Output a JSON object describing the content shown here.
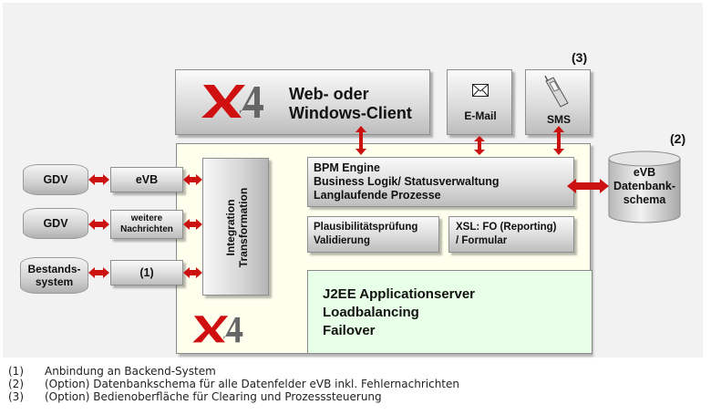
{
  "labels": {
    "web_client": [
      "Web- oder",
      "Windows-Client"
    ],
    "email": "E-Mail",
    "sms": "SMS",
    "marker_3": "(3)",
    "marker_2": "(2)",
    "marker_1": "(1)",
    "bpm": [
      "BPM Engine",
      "Business Logik/ Statusverwaltung",
      "Langlaufende Prozesse"
    ],
    "plausi": [
      "Plausibilitätsprüfung",
      "Validierung"
    ],
    "xsl": [
      "XSL: FO (Reporting)",
      "/ Formular"
    ],
    "j2ee": [
      "J2EE Applicationserver",
      "Loadbalancing",
      "Failover"
    ],
    "integration": [
      "Integration",
      "Transformation"
    ],
    "evb_db": [
      "eVB",
      "Datenbank-",
      "schema"
    ],
    "gdv_1": "GDV",
    "gdv_2": "GDV",
    "evb": "eVB",
    "weitere": [
      "weitere",
      "Nachrichten"
    ],
    "bestand": [
      "Bestands-",
      "system"
    ]
  },
  "logos": {
    "x4_top": "X4",
    "x4_bottom": "X4"
  },
  "legend": [
    {
      "num": "(1)",
      "text": "Anbindung an Backend-System"
    },
    {
      "num": "(2)",
      "text": "(Option) Datenbankschema für alle Datenfelder eVB inkl. Fehlernachrichten"
    },
    {
      "num": "(3)",
      "text": "(Option) Bedienoberfläche für Clearing und Prozesssteuerung"
    }
  ],
  "colors": {
    "arrow": "#cc1111",
    "logo_red": "#d01010",
    "main_area": "#ffffee",
    "j2ee_area": "#e8ffe8"
  }
}
